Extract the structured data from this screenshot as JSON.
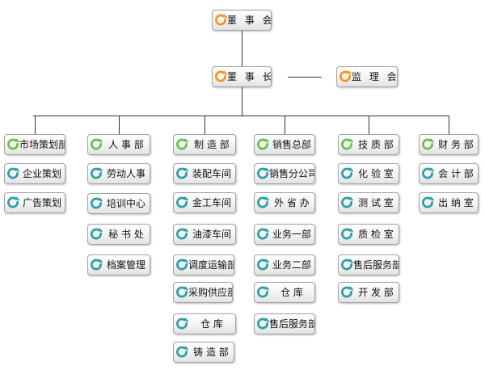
{
  "top": [
    {
      "id": "board",
      "label": "董 事 会"
    },
    {
      "id": "chairman",
      "label": "董 事 长"
    },
    {
      "id": "supervisory",
      "label": "监 理 会"
    }
  ],
  "departments": [
    {
      "label": "市场策划部",
      "children": [
        "企业策划",
        "广告策划"
      ]
    },
    {
      "label": "人 事 部",
      "children": [
        "劳动人事",
        "培训中心",
        "秘 书 处",
        "档案管理"
      ]
    },
    {
      "label": "制 造 部",
      "children": [
        "装配车间",
        "金工车间",
        "油漆车间",
        "调度运输部",
        "采购供应部",
        "仓 库",
        "铸 造 部"
      ]
    },
    {
      "label": "销售总部",
      "children": [
        "销售分公司",
        "外 省 办",
        "业务一部",
        "业务二部",
        "仓 库",
        "售后服务部"
      ]
    },
    {
      "label": "技 质 部",
      "children": [
        "化 验 室",
        "测 试 室",
        "质 检 室",
        "售后服务部",
        "开 发 部"
      ]
    },
    {
      "label": "财 务 部",
      "children": [
        "会 计 部",
        "出 纳 室"
      ]
    }
  ],
  "colors": {
    "icon_orange": "#f7941d",
    "icon_green": "#6cc04a",
    "icon_teal": "#2f9fa8",
    "line": "#333333",
    "node_border": "#a3a3a3"
  },
  "icons": {
    "top": "orange-ring-icon",
    "department": "green-ring-icon",
    "child": "teal-ring-icon"
  }
}
